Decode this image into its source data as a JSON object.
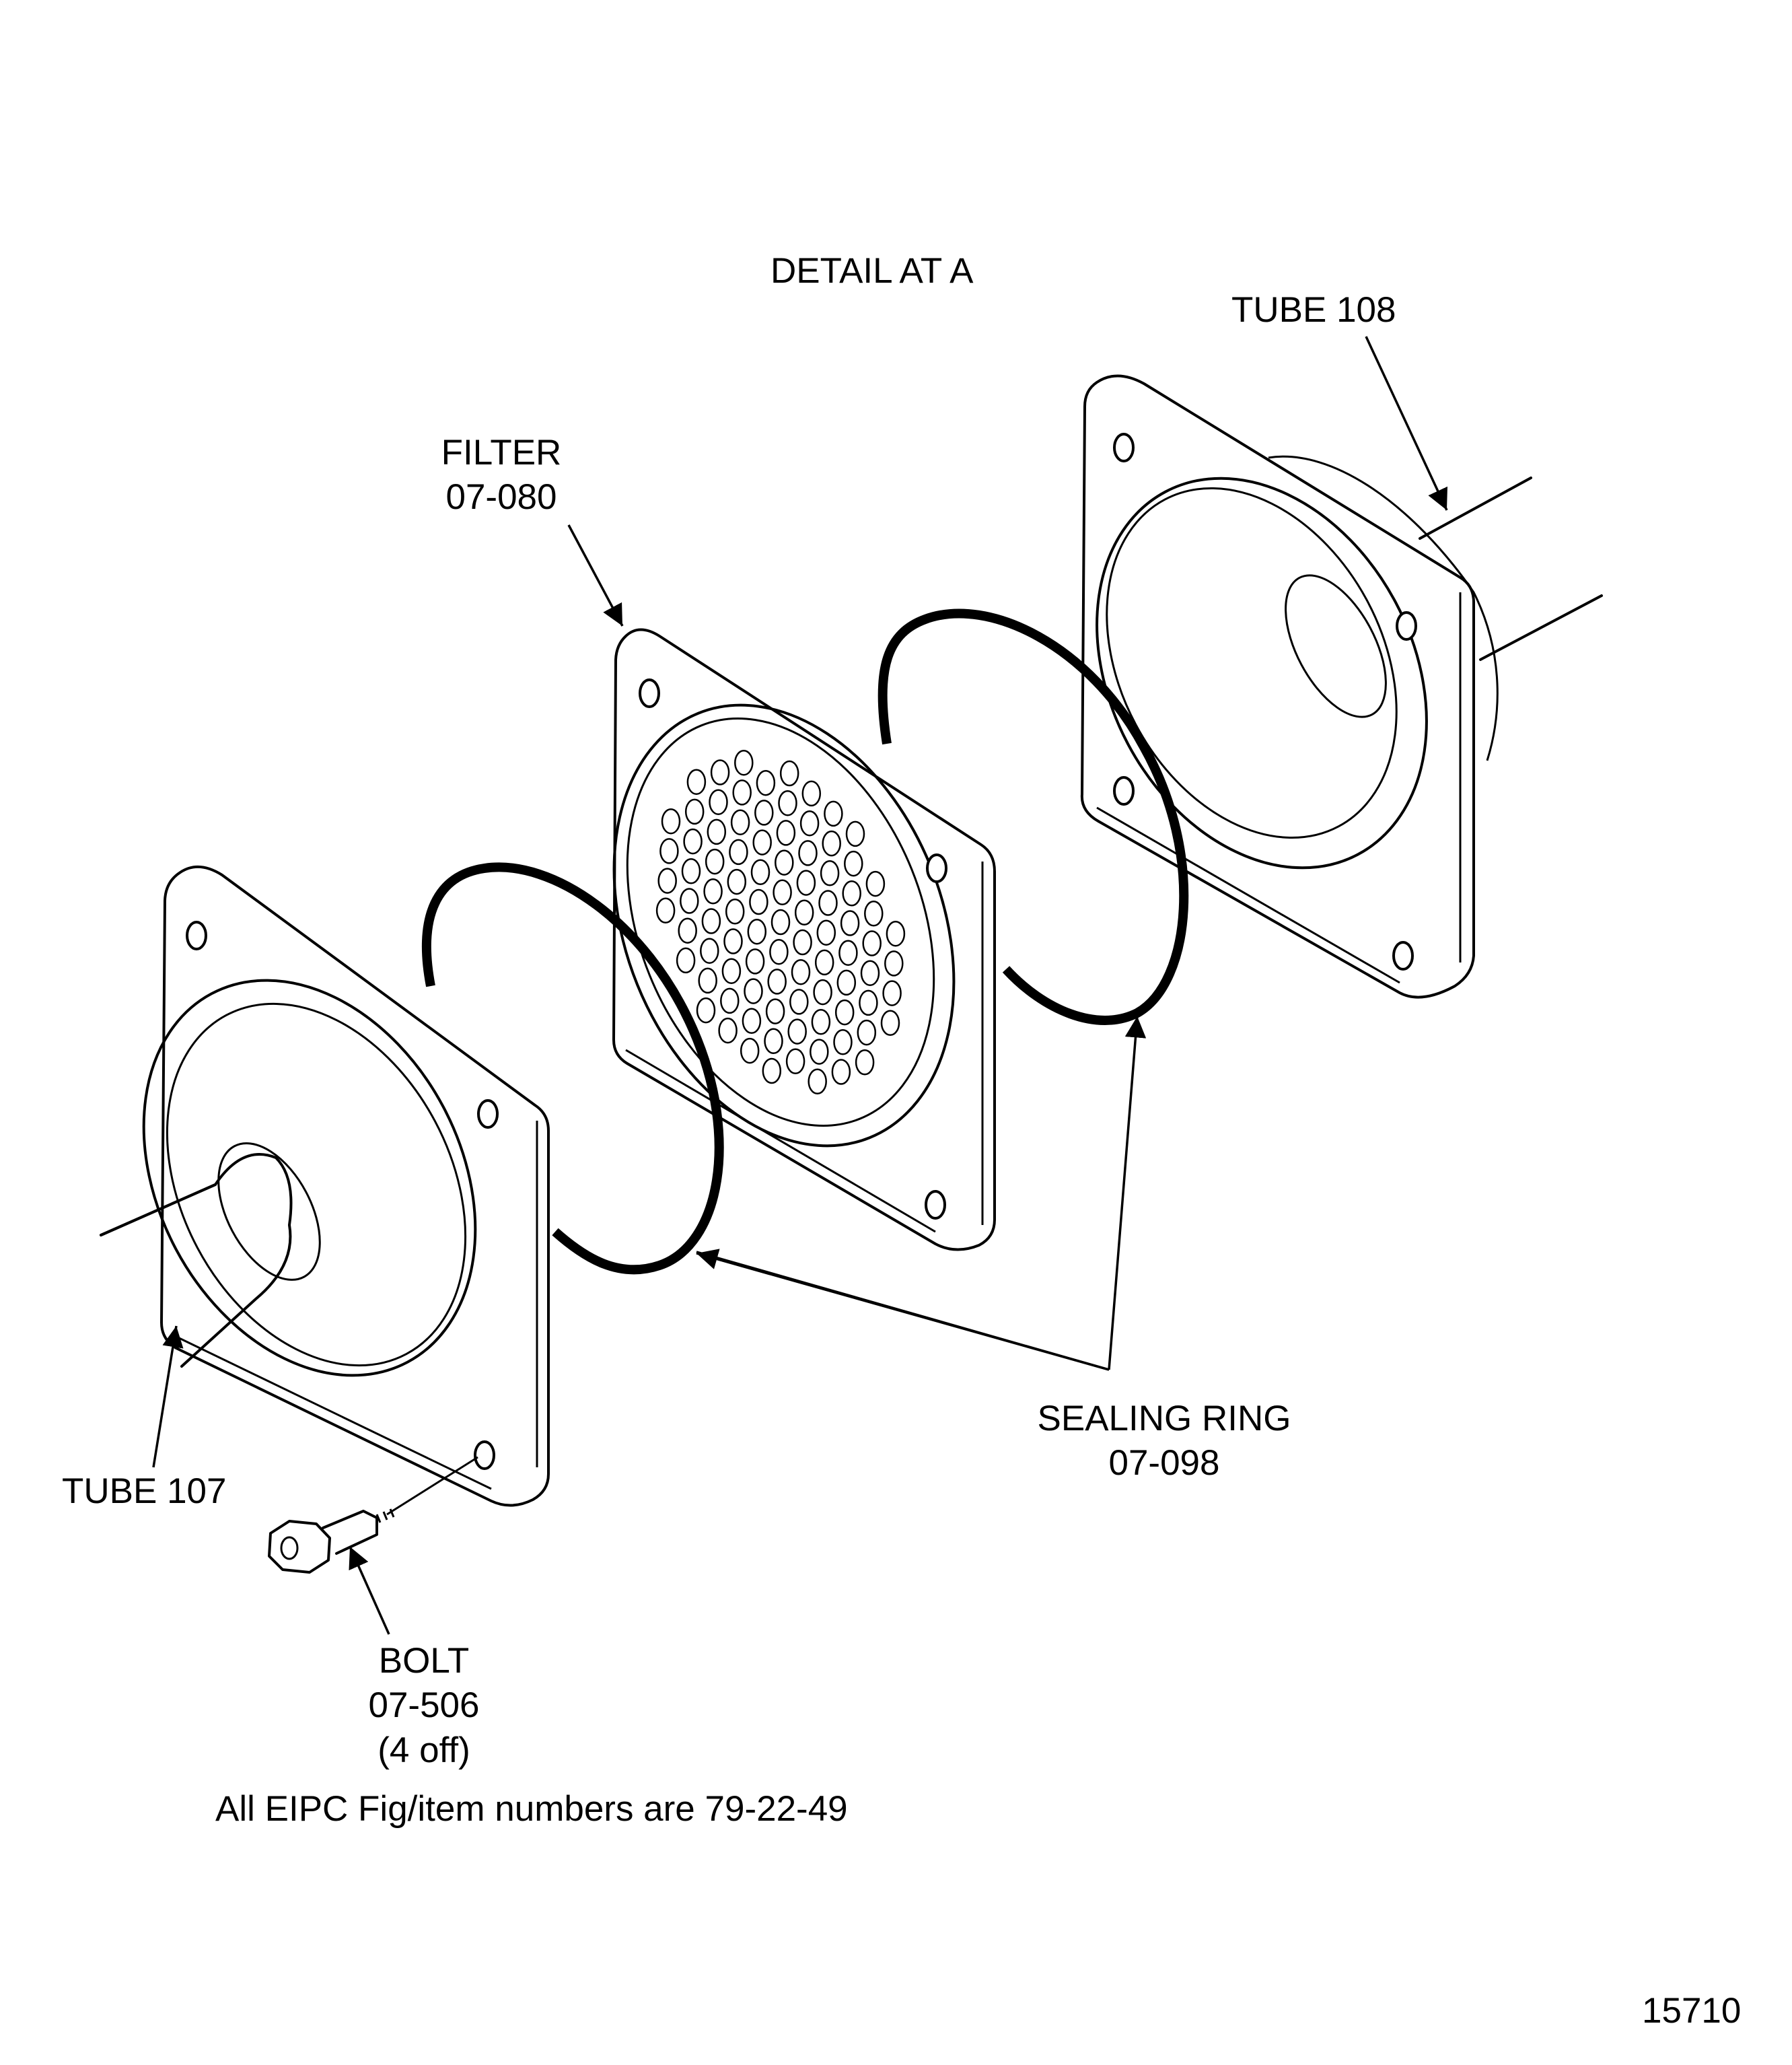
{
  "diagram": {
    "title": "DETAIL AT A",
    "labels": {
      "tube_108": [
        "TUBE 108"
      ],
      "filter": [
        "FILTER",
        "07-080"
      ],
      "sealing_ring": [
        "SEALING RING",
        "07-098"
      ],
      "tube_107": [
        "TUBE 107"
      ],
      "bolt": [
        "BOLT",
        "07-506",
        "(4 off)"
      ]
    },
    "footnote": "All EIPC Fig/item numbers are 79-22-49",
    "figure_number": "15710"
  }
}
